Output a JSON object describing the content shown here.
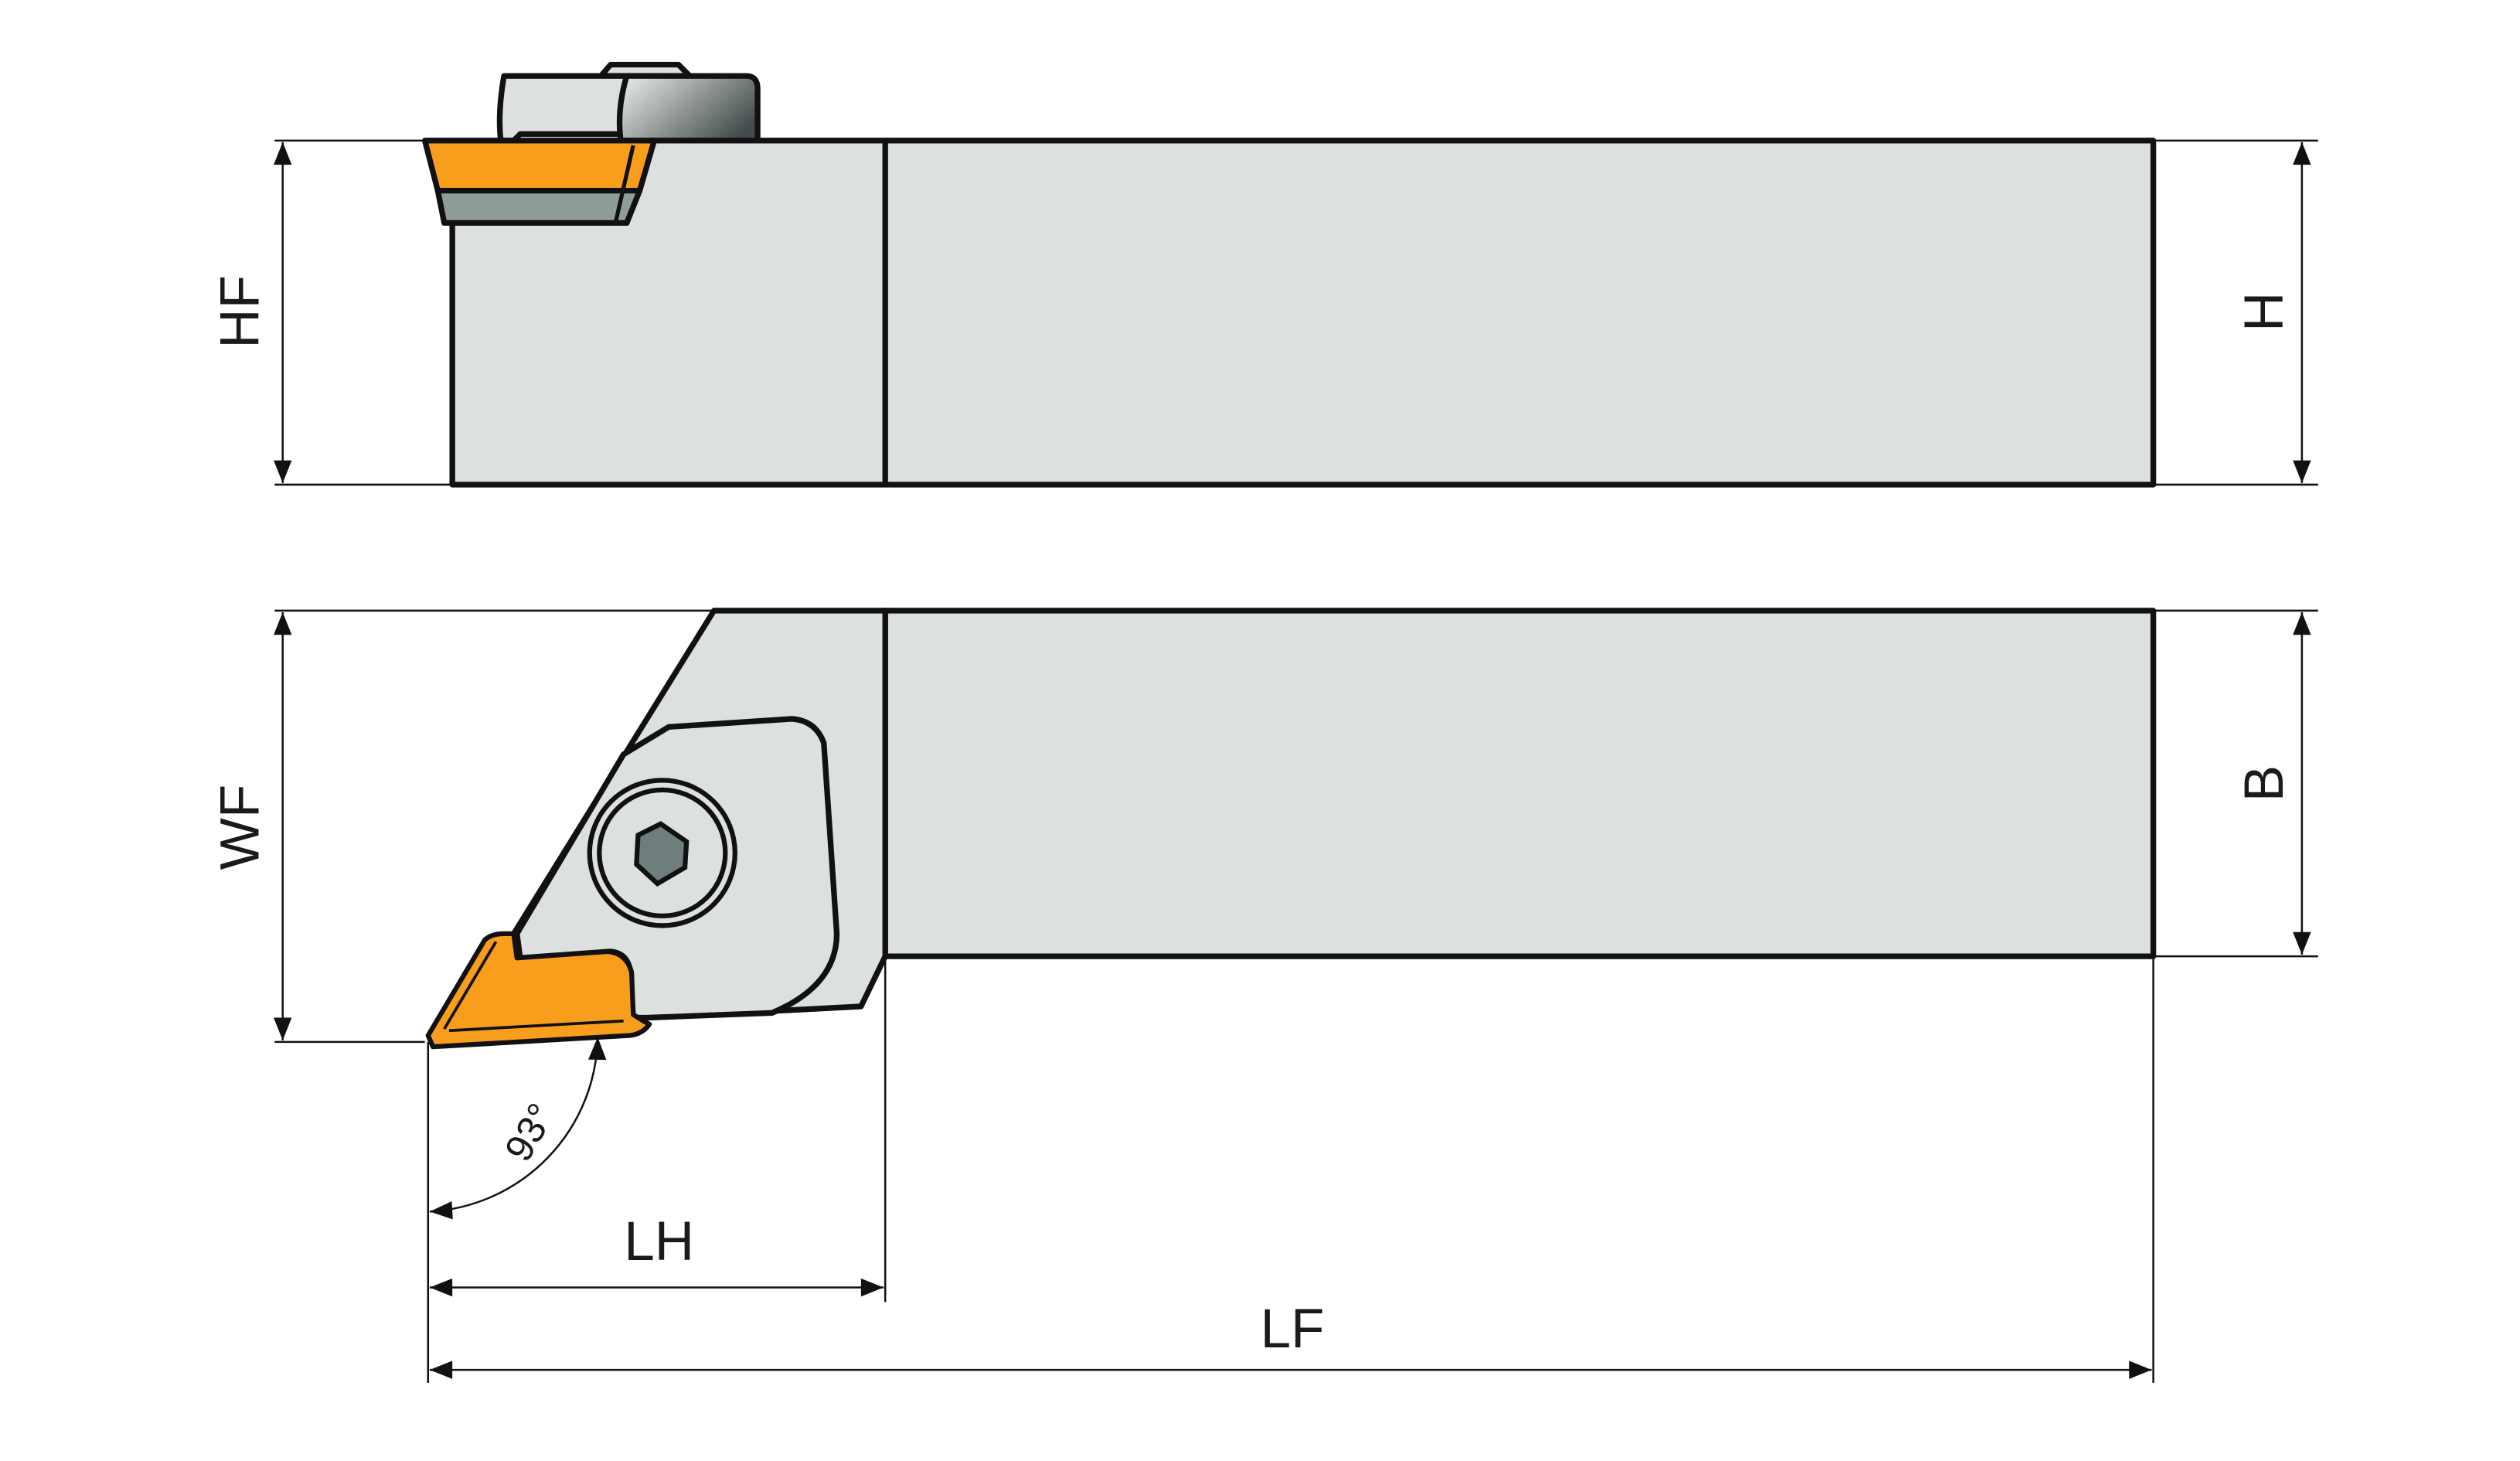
{
  "dimensions": {
    "hf": "HF",
    "h": "H",
    "wf": "WF",
    "b": "B",
    "lh": "LH",
    "lf": "LF",
    "angle": "93°"
  },
  "colors": {
    "insert": "#f99d1c",
    "body": "#dce0df",
    "shim": "#8e9c9a",
    "screw_hex": "#6f7e7c",
    "outline": "#111111"
  }
}
